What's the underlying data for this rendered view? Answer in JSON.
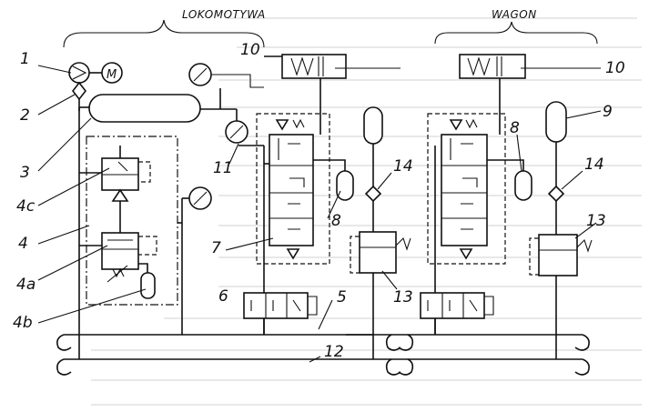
{
  "headers": {
    "locomotive": "LOKOMOTYWA",
    "wagon": "WAGON"
  },
  "labels": {
    "l1": "1",
    "l2": "2",
    "l3": "3",
    "l4c": "4c",
    "l4": "4",
    "l4a": "4a",
    "l4b": "4b",
    "l5": "5",
    "l6": "6",
    "l7": "7",
    "l8a": "8",
    "l8b": "8",
    "l9": "9",
    "l10a": "10",
    "l10b": "10",
    "l11": "11",
    "l12": "12",
    "l13a": "13",
    "l13b": "13",
    "l14a": "14",
    "l14b": "14",
    "motor": "M"
  }
}
